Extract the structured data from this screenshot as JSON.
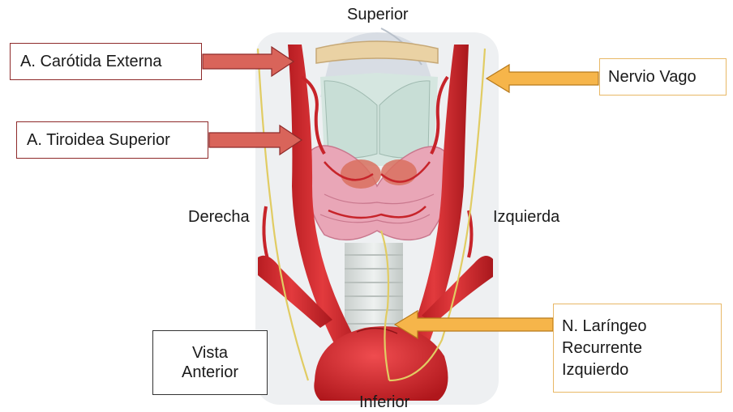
{
  "orientation": {
    "top": "Superior",
    "bottom": "Inferior",
    "left": "Derecha",
    "right": "Izquierda"
  },
  "callouts": {
    "external_carotid": "A. Carótida Externa",
    "superior_thyroid": "A. Tiroidea Superior",
    "vagus_nerve": "Nervio Vago",
    "recurrent_laryngeal": [
      "N. Laríngeo",
      "Recurrente",
      "Izquierdo"
    ]
  },
  "view_label": [
    "Vista",
    "Anterior"
  ],
  "colors": {
    "artery": "#d8262b",
    "artery_dark": "#a91b1f",
    "red_arrow": "#d9645a",
    "orange_arrow": "#f6b54a",
    "nerve": "#e4d06a",
    "thyroid": "#e6a3b4",
    "cartilage": "#cfe2dc",
    "hyoid": "#e9cfa2",
    "trachea": "#dfe3e1"
  }
}
